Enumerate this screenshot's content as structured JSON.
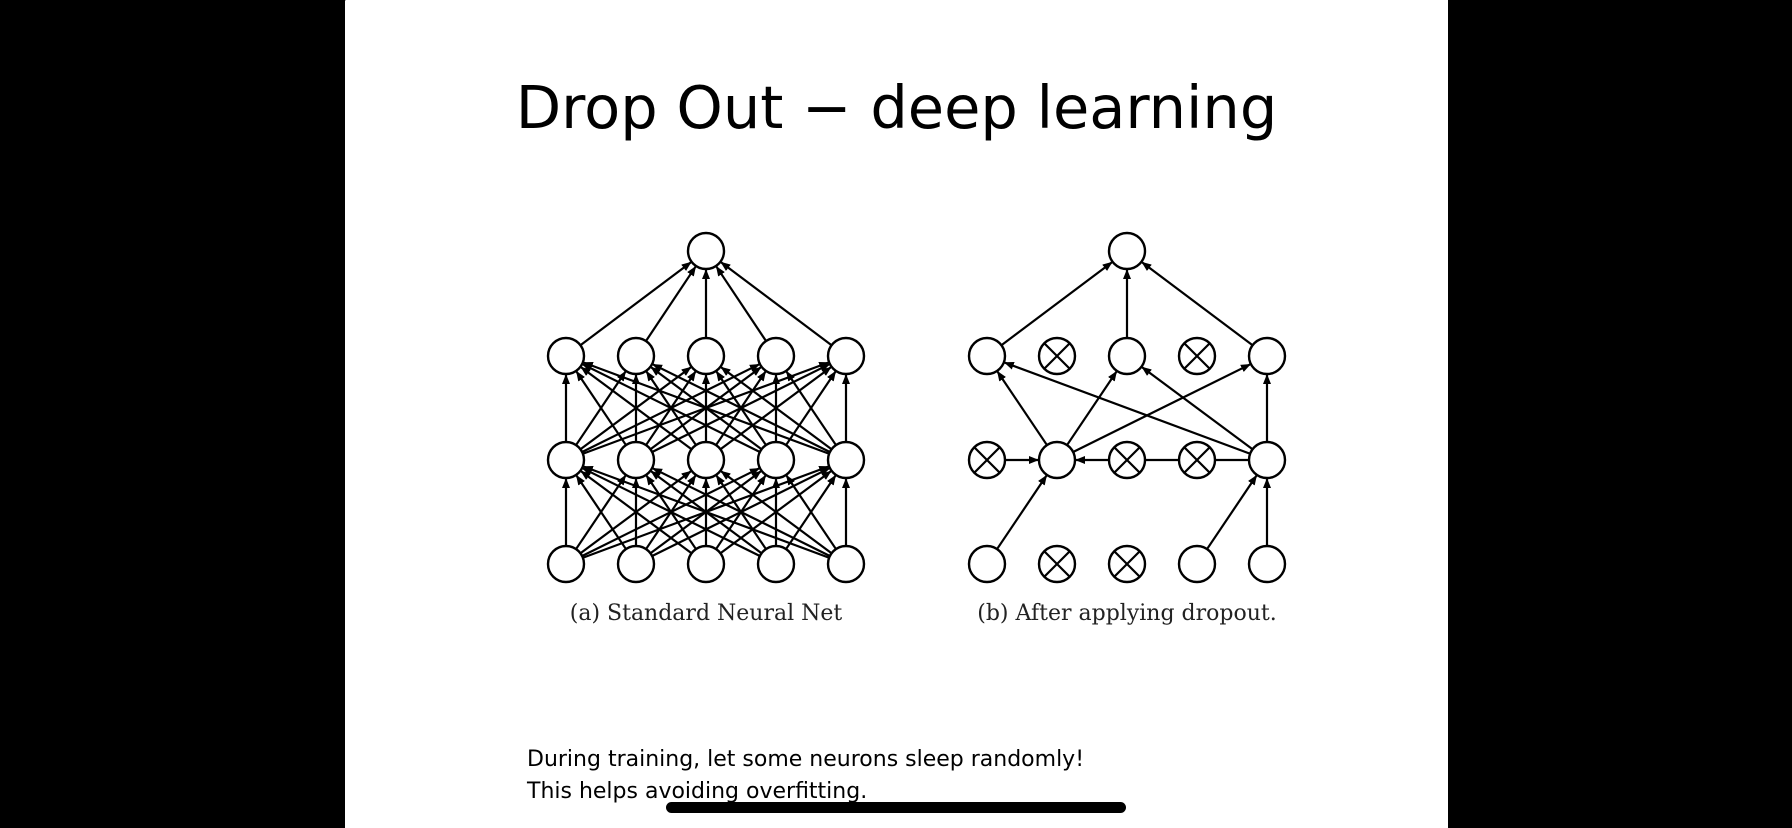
{
  "slide": {
    "title": "Drop Out − deep learning",
    "figure": {
      "left_caption": "(a) Standard Neural Net",
      "right_caption": "(b) After applying dropout."
    },
    "notes": [
      "During training, let some neurons sleep randomly!",
      "This helps avoiding overfitting."
    ]
  },
  "networks": {
    "standard": {
      "layers": [
        [
          true,
          true,
          true,
          true,
          true
        ],
        [
          true,
          true,
          true,
          true,
          true
        ],
        [
          true,
          true,
          true,
          true,
          true
        ],
        [
          true
        ]
      ]
    },
    "dropout": {
      "layers": [
        [
          true,
          false,
          false,
          true,
          true
        ],
        [
          false,
          true,
          false,
          false,
          true
        ],
        [
          true,
          false,
          true,
          false,
          true
        ],
        [
          true
        ]
      ],
      "connections": [
        [
          0,
          0,
          1,
          1
        ],
        [
          3,
          0,
          1,
          4
        ],
        [
          4,
          0,
          1,
          4
        ],
        [
          0,
          1,
          1,
          1
        ],
        [
          4,
          1,
          1,
          1
        ],
        [
          1,
          4,
          1,
          1
        ],
        [
          4,
          4,
          1,
          1
        ],
        [
          1,
          1,
          2,
          0
        ],
        [
          1,
          1,
          2,
          2
        ],
        [
          1,
          1,
          2,
          4
        ],
        [
          4,
          1,
          2,
          0
        ],
        [
          4,
          1,
          2,
          2
        ],
        [
          4,
          1,
          2,
          4
        ],
        [
          0,
          2,
          3,
          0
        ],
        [
          2,
          2,
          3,
          0
        ],
        [
          4,
          2,
          3,
          0
        ]
      ]
    }
  },
  "colors": {
    "background": "#000000",
    "slide": "#ffffff",
    "ink": "#000000"
  }
}
